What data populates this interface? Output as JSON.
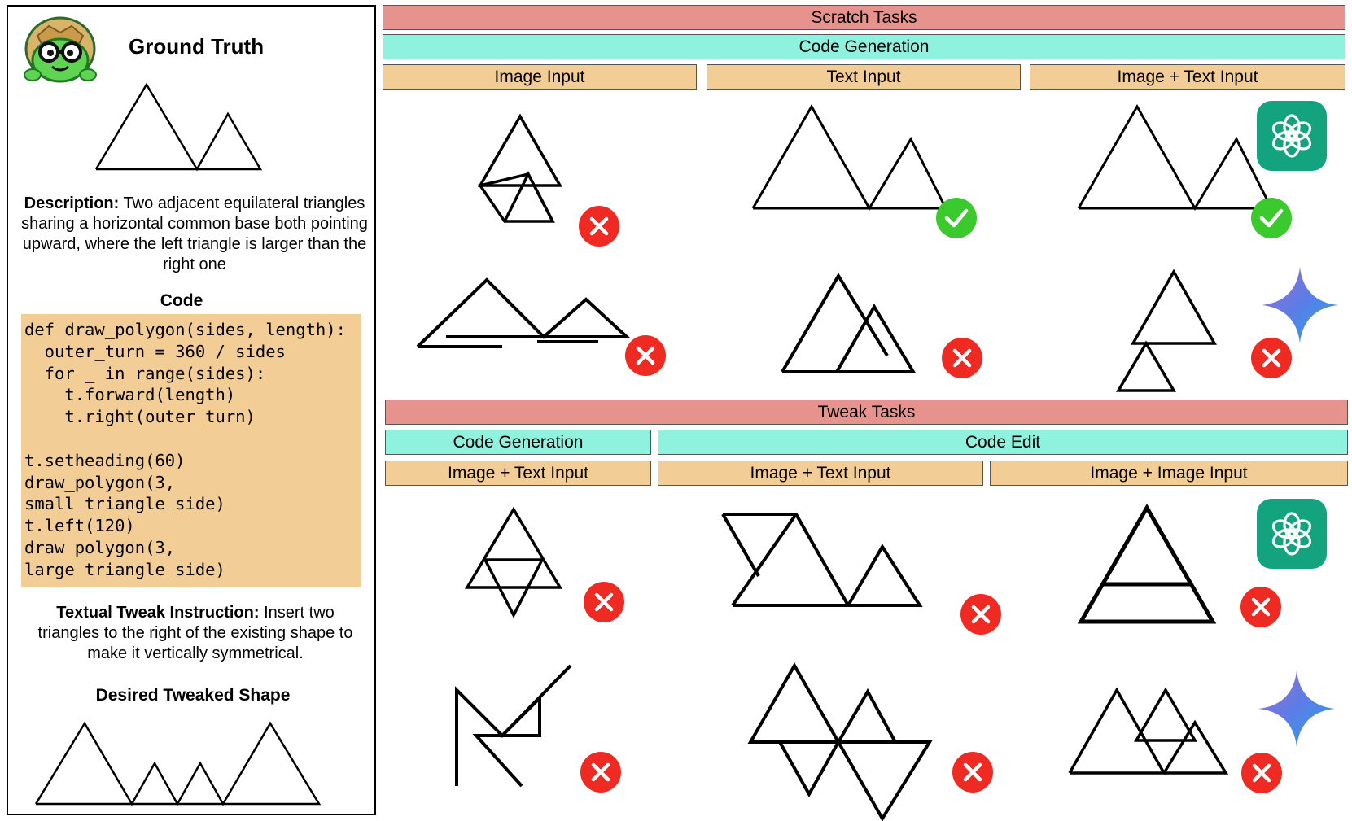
{
  "left_panel": {
    "title": "Ground Truth",
    "description_label": "Description:",
    "description_text": " Two adjacent equilateral triangles sharing a horizontal common base both pointing upward, where the left triangle is larger than the right one",
    "code_label": "Code",
    "code": "def draw_polygon(sides, length):\n  outer_turn = 360 / sides\n  for _ in range(sides):\n    t.forward(length)\n    t.right(outer_turn)\n\nt.setheading(60)\ndraw_polygon(3,\nsmall_triangle_side)\nt.left(120)\ndraw_polygon(3,\nlarge_triangle_side)",
    "instruction_label": "Textual Tweak Instruction:",
    "instruction_text": " Insert two triangles to the right of the existing shape to make it vertically symmetrical.",
    "desired_label": "Desired Tweaked Shape"
  },
  "scratch": {
    "title": "Scratch Tasks",
    "subtitle": "Code Generation",
    "columns": [
      "Image Input",
      "Text Input",
      "Image + Text Input"
    ]
  },
  "tweak": {
    "title": "Tweak Tasks",
    "group_code_generation": "Code Generation",
    "group_code_edit": "Code Edit",
    "columns": [
      "Image + Text Input",
      "Image + Text Input",
      "Image + Image Input"
    ]
  },
  "models": {
    "row_1": "gpt-logo-icon",
    "row_2": "gemini-star-icon"
  },
  "results": {
    "scratch": [
      [
        "wrong",
        "correct",
        "correct"
      ],
      [
        "wrong",
        "wrong",
        "wrong"
      ]
    ],
    "tweak": [
      [
        "wrong",
        "wrong",
        "wrong"
      ],
      [
        "wrong",
        "wrong",
        "wrong"
      ]
    ]
  },
  "colors": {
    "task_header": "#e6928d",
    "method_header": "#8ef2de",
    "input_header": "#f2cd95",
    "correct": "#3bca2e",
    "wrong": "#ee2a22",
    "gpt_logo": "#14a37f"
  }
}
